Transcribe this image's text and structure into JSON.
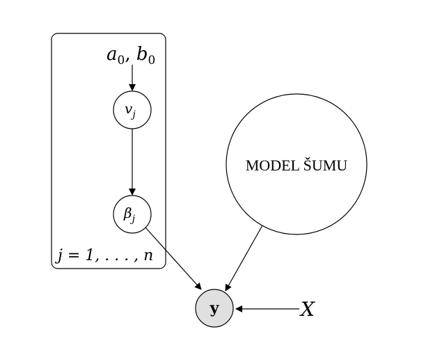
{
  "diagram": {
    "plate_label": "j = 1, . . . , n",
    "hyper_label": "a",
    "hyper_label_sub": "0",
    "hyper_label_b": "b",
    "hyper_label_b_sub": "0",
    "v_label": "v",
    "v_sub": "j",
    "beta_label": "β",
    "beta_sub": "j",
    "noise_label": "MODEL ŠUMU",
    "y_label": "y",
    "x_label": "X",
    "colors": {
      "observed_fill": "#e0e0e0",
      "stroke": "#000000"
    }
  }
}
